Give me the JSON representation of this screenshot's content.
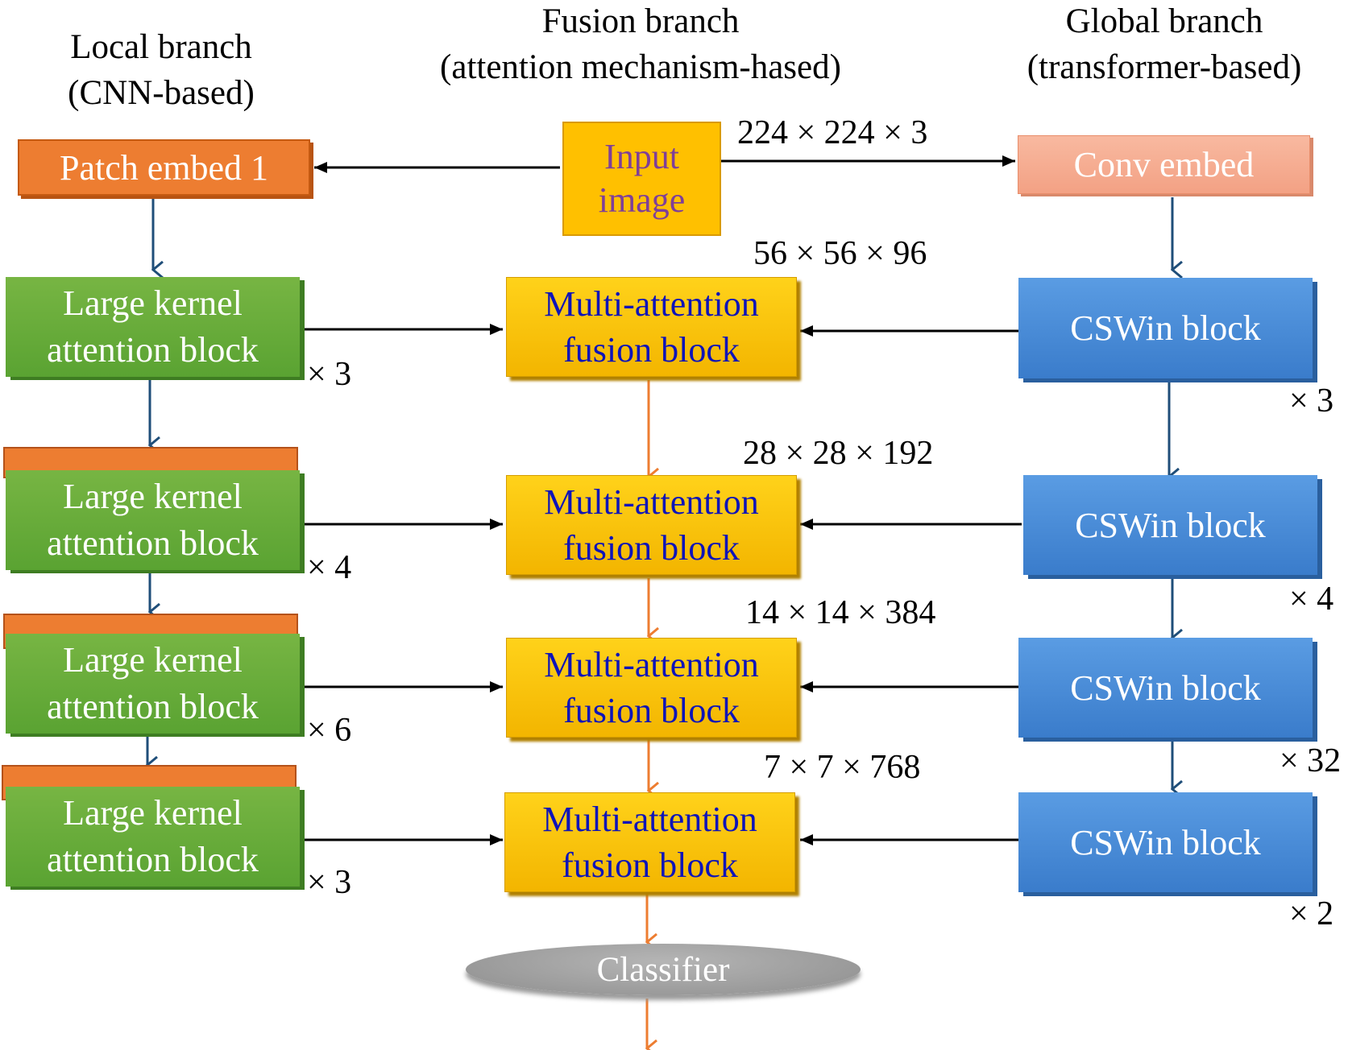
{
  "headers": {
    "local": {
      "line1": "Local branch",
      "line2": "(CNN-based)"
    },
    "fusion": {
      "line1": "Fusion branch",
      "line2": "(attention mechanism-hased)"
    },
    "global": {
      "line1": "Global branch",
      "line2": "(transformer-based)"
    }
  },
  "nodes": {
    "patch_embed": "Patch embed 1",
    "input_image": {
      "line1": "Input",
      "line2": "image"
    },
    "conv_embed": "Conv embed",
    "lka": {
      "line1": "Large kernel",
      "line2": "attention block"
    },
    "maf": {
      "line1": "Multi-attention",
      "line2": "fusion block"
    },
    "cswin": "CSWin block",
    "classifier": "Classifier"
  },
  "dimensions": [
    "224 × 224 × 3",
    "56 × 56 × 96",
    "28 × 28 × 192",
    "14 × 14 × 384",
    "7 × 7 × 768"
  ],
  "local_repeats": [
    "× 3",
    "× 4",
    "× 6",
    "× 3"
  ],
  "global_repeats": [
    "× 3",
    "× 4",
    "× 32",
    "× 2"
  ],
  "colors": {
    "patch_embed": "#ED7D31",
    "conv_embed": "#F4A582",
    "input_image": "#FFC000",
    "lka": "#70AD47",
    "maf": "#FFC000",
    "cswin": "#4A8ED8",
    "classifier": "#A6A6A6",
    "arrow_blue": "#1F4E79",
    "arrow_orange": "#ED7D31",
    "arrow_black": "#000000"
  }
}
